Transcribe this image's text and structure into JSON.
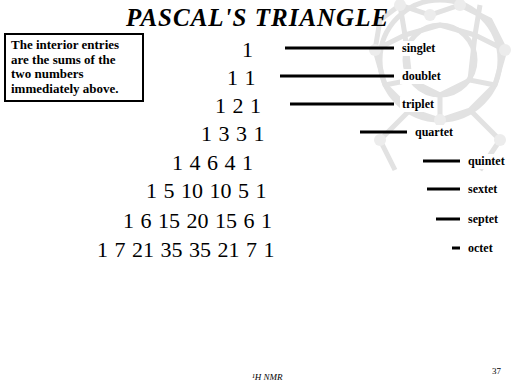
{
  "diagram": {
    "title": "PASCAL'S TRIANGLE",
    "nodes": [
      {
        "text": [
          "The interior entries are the sums of the two numbers immediately above."
        ]
      }
    ],
    "labels": [
      "1",
      "1 1",
      "1 2 1",
      "1 3 3 1",
      "1 4 6 4 1",
      "1 5 10 10 5 1",
      "1 6 15 20 15 6 1",
      "1 7 21 35 35 21 7 1",
      "singlet",
      "doublet",
      "triplet",
      "quartet",
      "quintet",
      "sextet",
      "septet",
      "octet",
      "¹H NMR",
      "37"
    ]
  }
}
